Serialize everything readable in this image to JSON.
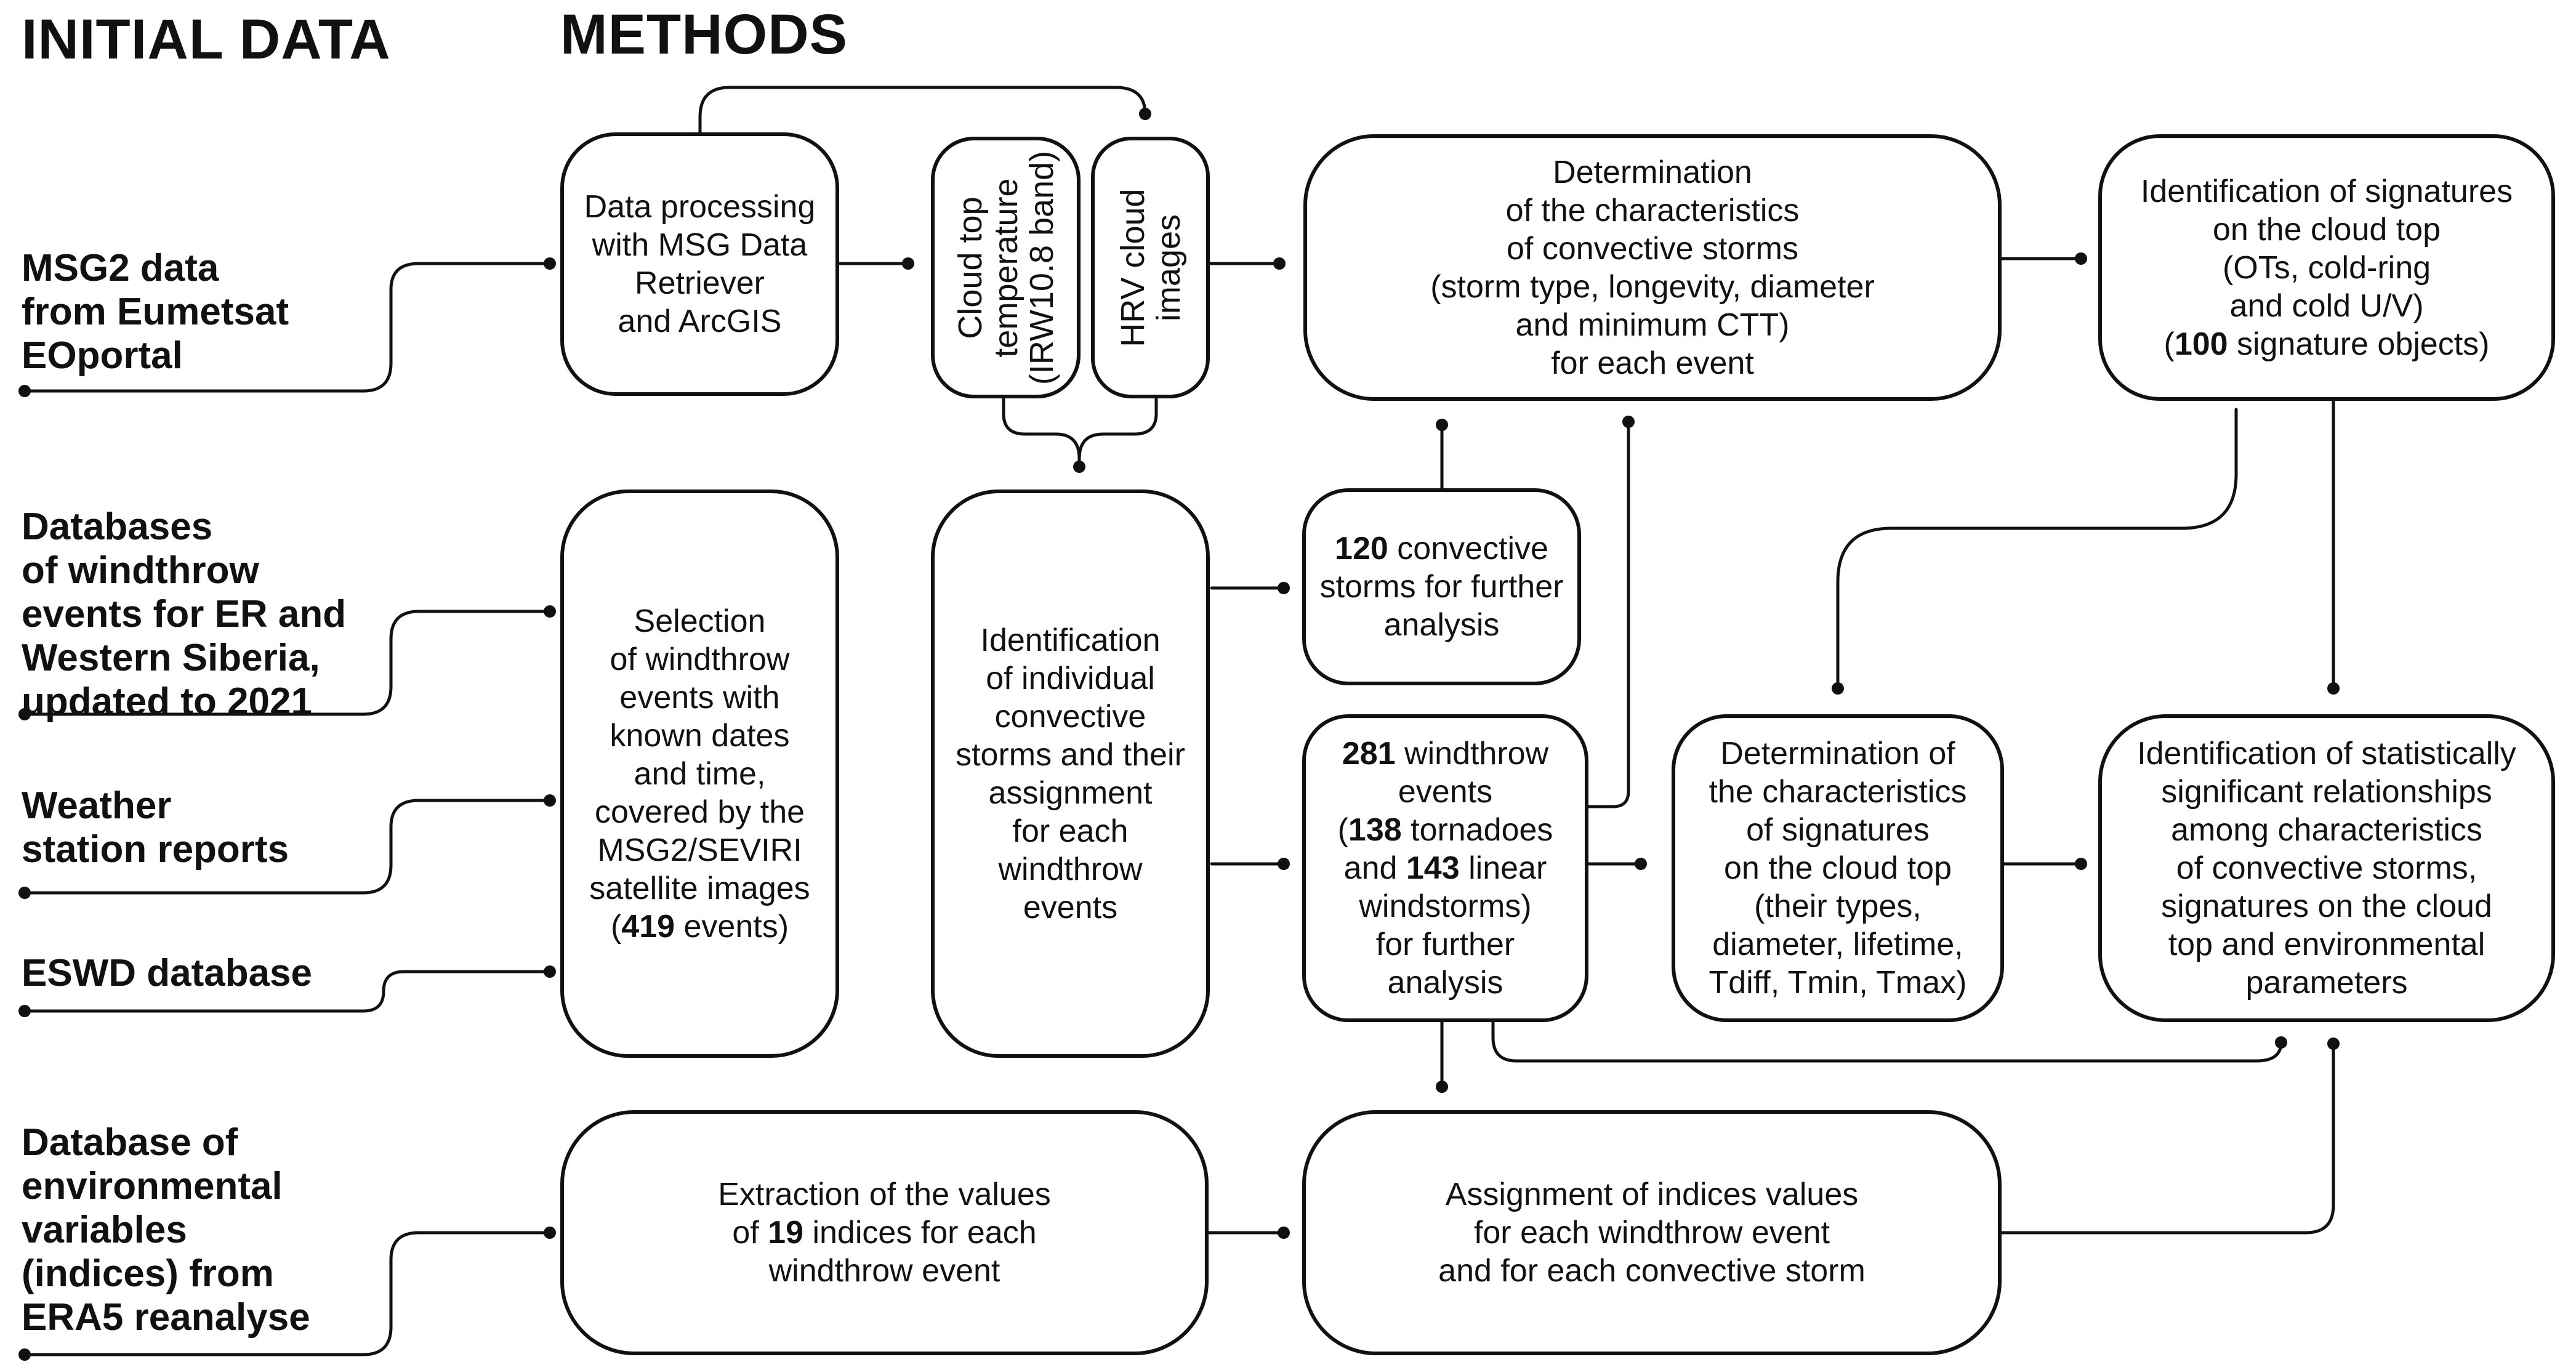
{
  "headers": {
    "initial_data": "INITIAL DATA",
    "methods": "METHODS"
  },
  "sources": {
    "msg2": [
      "MSG2 data",
      "from Eumetsat",
      "EOportal"
    ],
    "databases": [
      "Databases",
      "of windthrow",
      "events for ER and",
      "Western Siberia,",
      "updated to 2021"
    ],
    "weather": [
      "Weather",
      "station reports"
    ],
    "eswd": [
      "ESWD database"
    ],
    "era5": [
      "Database of",
      "environmental",
      "variables",
      "(indices) from",
      "ERA5 reanalyse"
    ]
  },
  "boxes": {
    "data_processing": [
      "Data processing",
      "with MSG Data",
      "Retriever",
      "and ArcGIS"
    ],
    "cloud_top_temp": [
      "Cloud top",
      "temperature",
      "(IRW10.8 band)"
    ],
    "hrv": [
      "HRV cloud",
      "images"
    ],
    "determination_storms": [
      "Determination",
      "of the characteristics",
      "of convective storms",
      "(storm type, longevity, diameter",
      "and minimum CTT)",
      "for each event"
    ],
    "identification_signatures": [
      "Identification of signatures",
      "on the cloud top",
      "(OTs, cold-ring",
      "and cold U/V)"
    ],
    "identification_signatures_count": {
      "num": "100",
      "rest": " signature objects)"
    },
    "selection": [
      "Selection",
      "of windthrow",
      "events with",
      "known dates",
      "and time,",
      "covered by the",
      "MSG2/SEVIRI",
      "satellite images"
    ],
    "selection_count": {
      "num": "419",
      "rest": " events)"
    },
    "identification_storms": [
      "Identification",
      "of individual",
      "convective",
      "storms and their",
      "assignment",
      "for each",
      "windthrow",
      "events"
    ],
    "storms120": {
      "num": "120",
      "line1_rest": " convective",
      "line2": "storms for further",
      "line3": "analysis"
    },
    "windthrow281": {
      "num": "281",
      "line1_rest": " windthrow",
      "line2": "events",
      "num2": "138",
      "line3_rest": " tornadoes",
      "line4_pre": "and ",
      "num3": "143",
      "line4_rest": " linear",
      "line5": "windstorms)",
      "line6": "for further",
      "line7": "analysis"
    },
    "determination_signatures": [
      "Determination of",
      "the characteristics",
      "of signatures",
      "on the cloud top",
      "(their types,",
      "diameter, lifetime,",
      "Tdiff, Tmin, Tmax)"
    ],
    "identification_relationships": [
      "Identification of statistically",
      "significant relationships",
      "among characteristics",
      "of convective storms,",
      "signatures on the cloud",
      "top and environmental",
      "parameters"
    ],
    "extraction": {
      "line1": "Extraction of the values",
      "line2_pre": "of ",
      "num": "19",
      "line2_rest": " indices for each",
      "line3": "windthrow event"
    },
    "assignment": [
      "Assignment of indices values",
      "for each windthrow event",
      "and for each convective storm"
    ]
  }
}
